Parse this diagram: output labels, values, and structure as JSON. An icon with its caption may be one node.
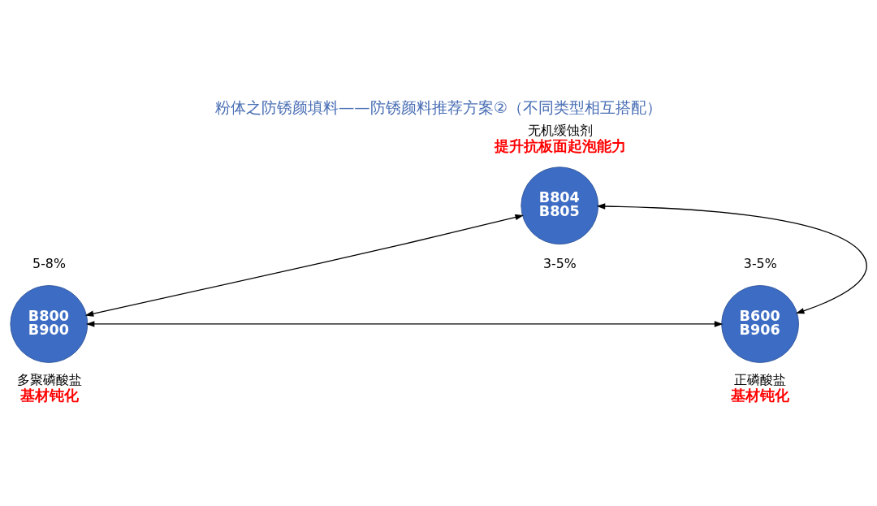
{
  "diagram": {
    "title": "粉体之防锈颜填料——防锈颜料推荐方案②（不同类型相互搭配）",
    "nodes": [
      {
        "text": [
          "B804",
          "B805"
        ],
        "beside": [
          "无机缓蚀剂",
          "提升抗板面起泡能力",
          "3-5%"
        ]
      },
      {
        "text": [
          "B800",
          "B900"
        ],
        "beside": [
          "5-8%",
          "多聚磷酸盐",
          "基材钝化"
        ]
      },
      {
        "text": [
          "B600",
          "B906"
        ],
        "beside": [
          "3-5%",
          "正磷酸盐",
          "基材钝化"
        ]
      }
    ],
    "edges": [
      {
        "from": 0,
        "to": 1,
        "arrow": "both"
      },
      {
        "from": 0,
        "to": 2,
        "arrow": "both"
      },
      {
        "from": 1,
        "to": 2,
        "arrow": "both"
      }
    ]
  }
}
